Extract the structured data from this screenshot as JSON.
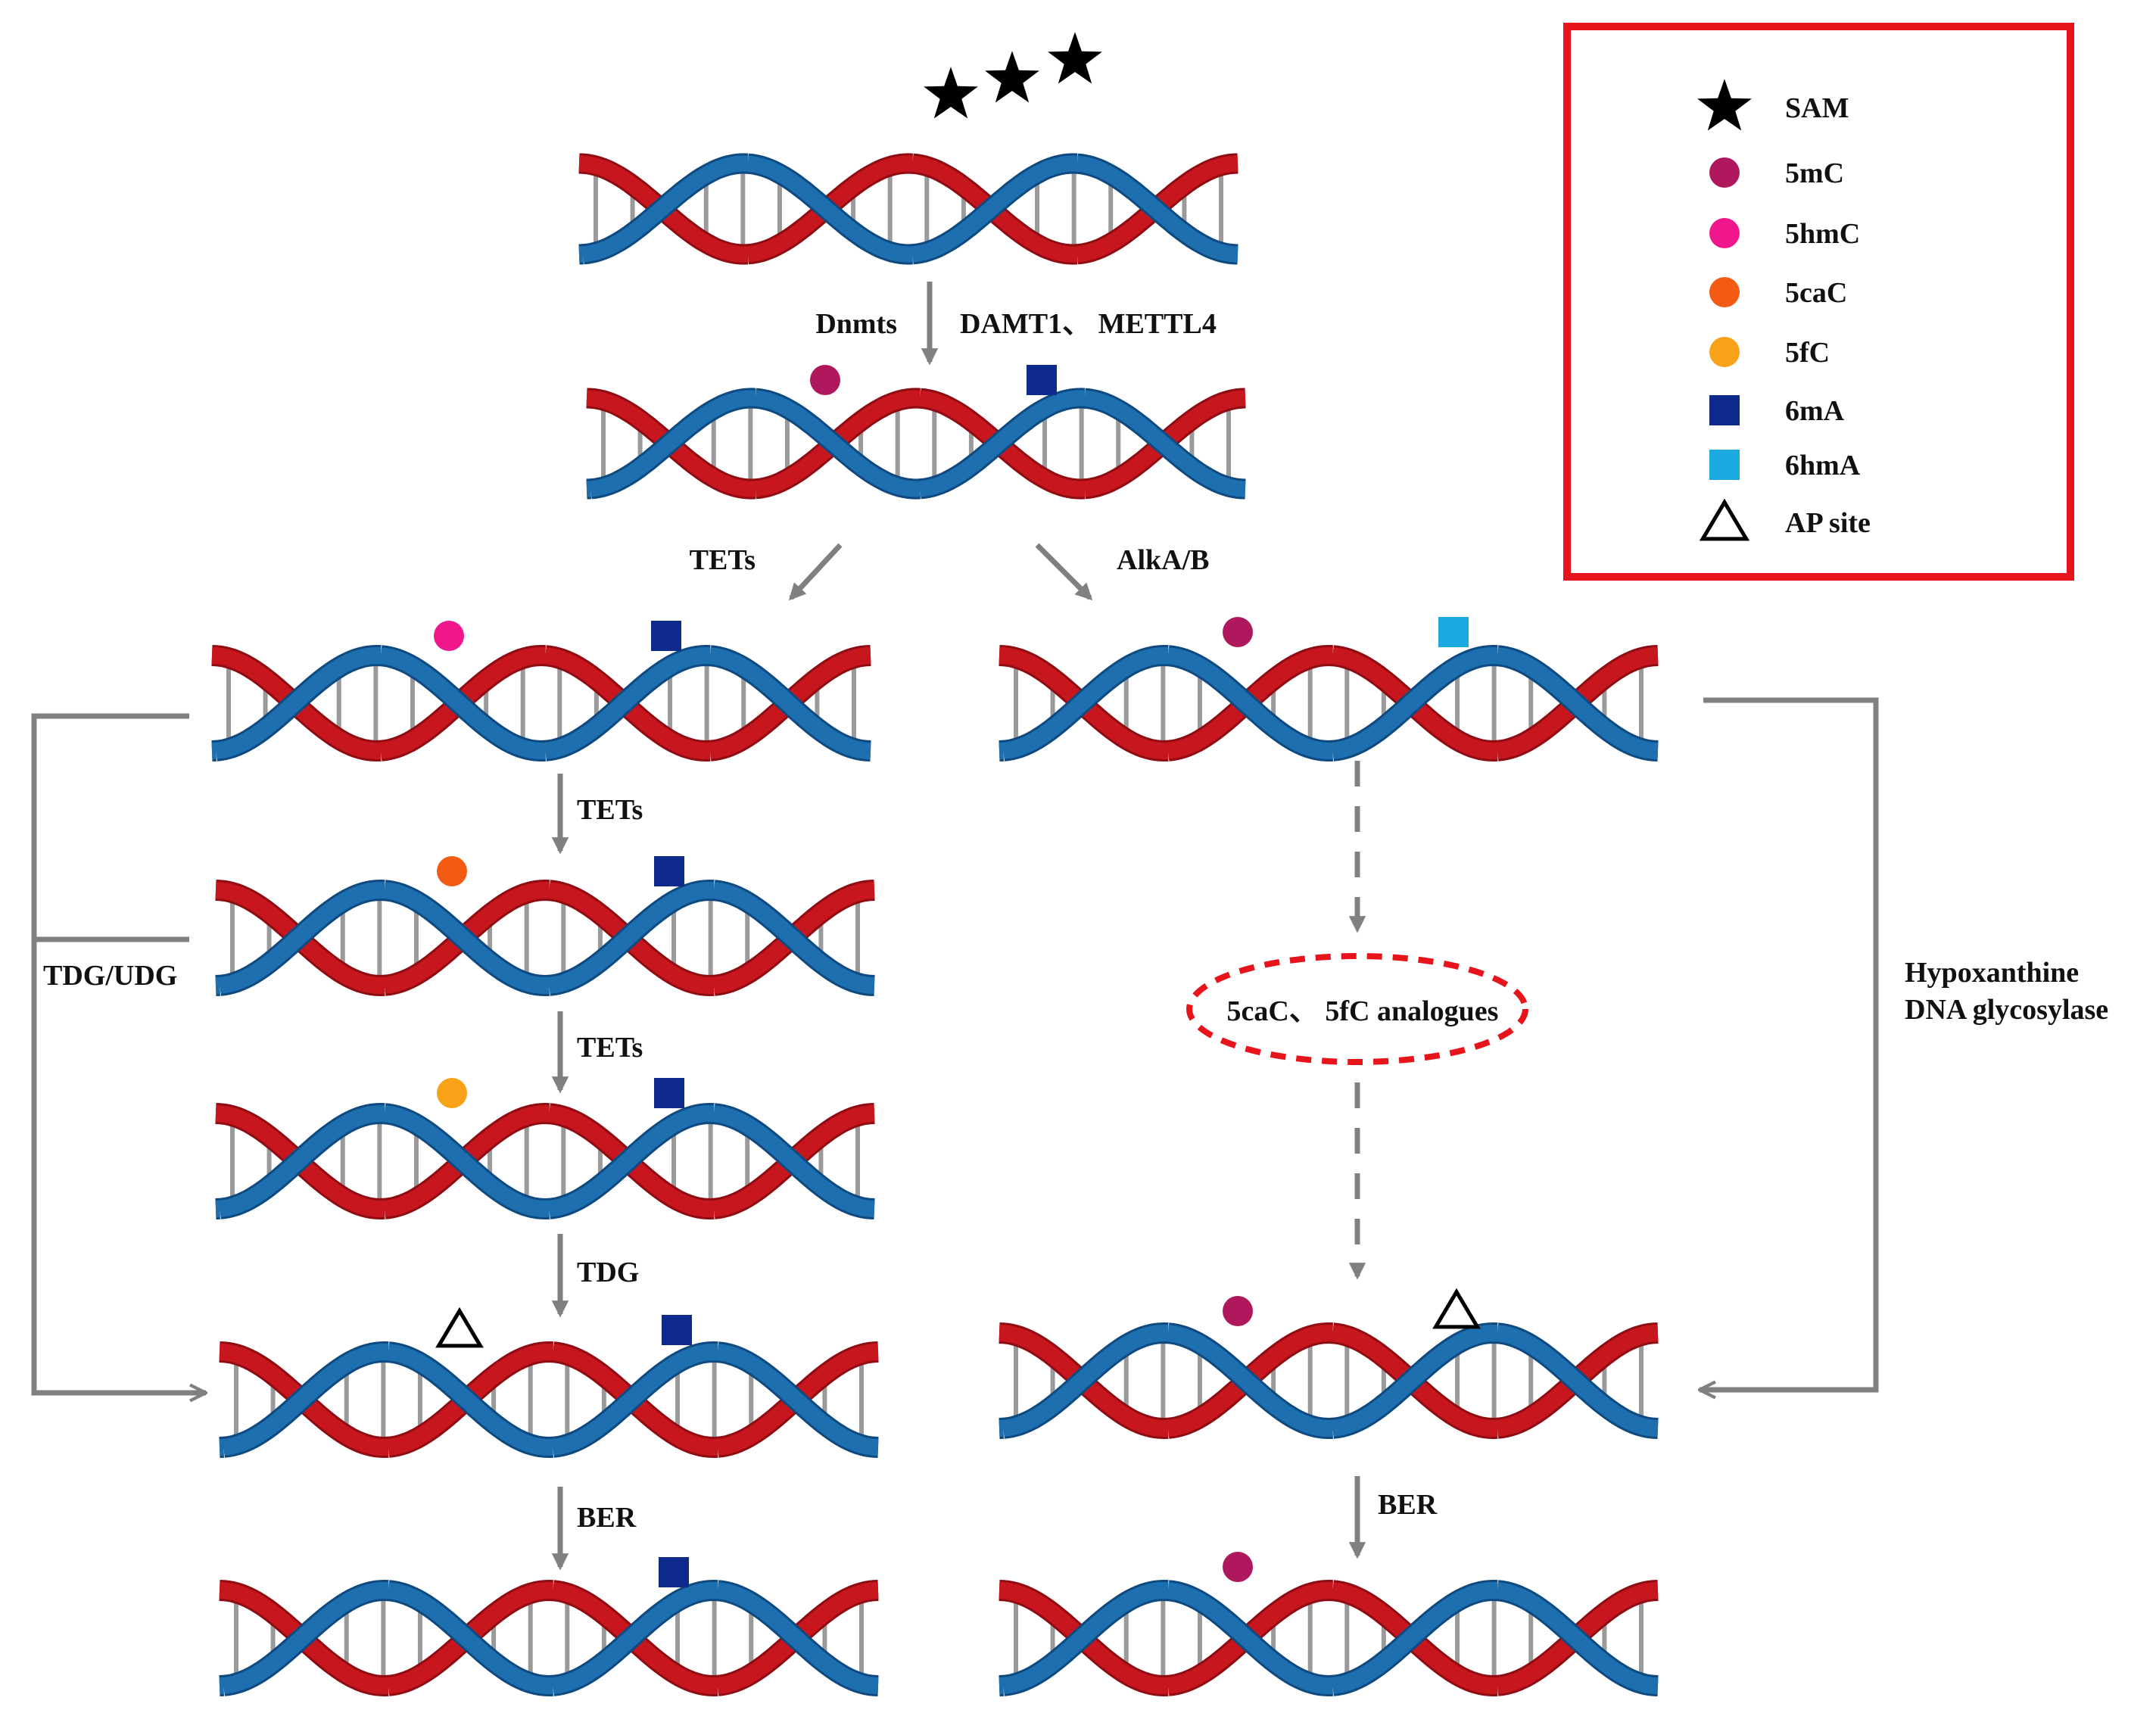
{
  "legend": {
    "items": [
      {
        "key": "sam",
        "label": "SAM",
        "marker": "star",
        "color": "#000000",
        "icon": "star-icon"
      },
      {
        "key": "5mc",
        "label": "5mC",
        "marker": "circle",
        "color": "#B0185E",
        "icon": "circle-icon"
      },
      {
        "key": "5hmc",
        "label": "5hmC",
        "marker": "circle",
        "color": "#F0168C",
        "icon": "circle-icon"
      },
      {
        "key": "5cac",
        "label": "5caC",
        "marker": "circle",
        "color": "#F35B14",
        "icon": "circle-icon"
      },
      {
        "key": "5fc",
        "label": "5fC",
        "marker": "circle",
        "color": "#F8A21A",
        "icon": "circle-icon"
      },
      {
        "key": "6ma",
        "label": "6mA",
        "marker": "square",
        "color": "#0D2A8C",
        "icon": "square-icon"
      },
      {
        "key": "6hma",
        "label": "6hmA",
        "marker": "square",
        "color": "#1BA9E0",
        "icon": "square-icon"
      },
      {
        "key": "ap",
        "label": "AP site",
        "marker": "triangle",
        "color": "#000000",
        "icon": "triangle-outline-icon"
      }
    ],
    "border_color": "#E8141C"
  },
  "enzymes": {
    "dnmts": "Dnmts",
    "damt1_mettl4": "DAMT1、 METTL4",
    "tets_branch": "TETs",
    "alka_b": "AlkA/B",
    "tets_1": "TETs",
    "tets_2": "TETs",
    "tdg": "TDG",
    "ber_left": "BER",
    "ber_right": "BER",
    "tdg_udg": "TDG/UDG",
    "hypoxanthine_line1": "Hypoxanthine",
    "hypoxanthine_line2": "DNA glycosylase"
  },
  "intermediate": {
    "label": "5caC、 5fC analogues",
    "border_color": "#E8141C"
  },
  "colors": {
    "red_strand": "#C8161E",
    "red_strand_dark": "#8E0C12",
    "blue_strand": "#1E6FB0",
    "blue_strand_dark": "#0E4A80",
    "base_pair": "#9A9A9A",
    "arrow": "#808080"
  },
  "dna": [
    {
      "name": "dna-unmodified",
      "marks": []
    },
    {
      "name": "dna-methylated",
      "marks": [
        {
          "type": "5mc"
        },
        {
          "type": "6ma"
        }
      ]
    },
    {
      "name": "dna-5hmc",
      "marks": [
        {
          "type": "5hmc"
        },
        {
          "type": "6ma"
        }
      ]
    },
    {
      "name": "dna-6hma",
      "marks": [
        {
          "type": "5mc"
        },
        {
          "type": "6hma"
        }
      ]
    },
    {
      "name": "dna-5cac",
      "marks": [
        {
          "type": "5cac"
        },
        {
          "type": "6ma"
        }
      ]
    },
    {
      "name": "dna-5fc",
      "marks": [
        {
          "type": "5fc"
        },
        {
          "type": "6ma"
        }
      ]
    },
    {
      "name": "dna-ap-left",
      "marks": [
        {
          "type": "ap"
        },
        {
          "type": "6ma"
        }
      ]
    },
    {
      "name": "dna-ap-right",
      "marks": [
        {
          "type": "5mc"
        },
        {
          "type": "ap"
        }
      ]
    },
    {
      "name": "dna-repaired-left",
      "marks": [
        {
          "type": "6ma"
        }
      ]
    },
    {
      "name": "dna-repaired-right",
      "marks": [
        {
          "type": "5mc"
        }
      ]
    }
  ]
}
